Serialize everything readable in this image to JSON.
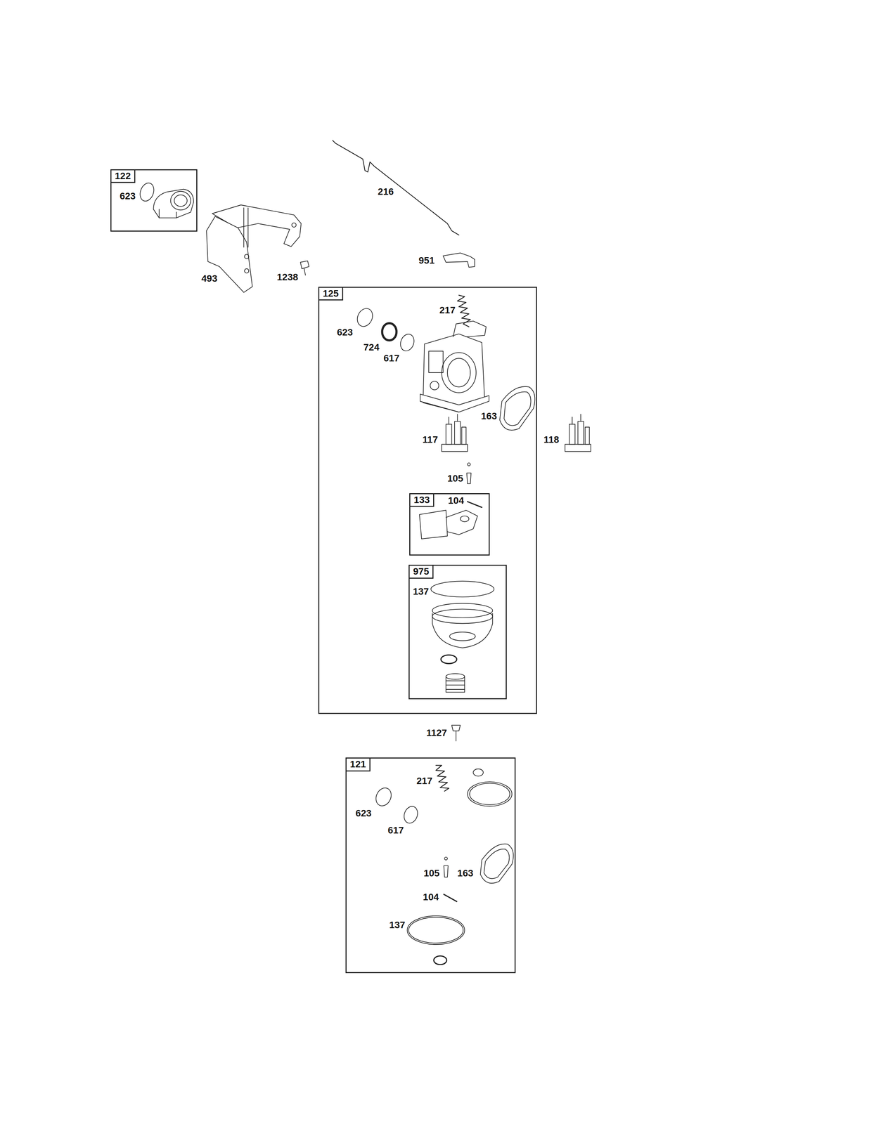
{
  "diagram": {
    "nodes": [
      {
        "text": [
          "122",
          "623"
        ]
      },
      {
        "text": [
          "125",
          "217",
          "623",
          "724",
          "617",
          "163",
          "117",
          "105"
        ]
      },
      {
        "text": [
          "133",
          "104"
        ],
        "in": 1
      },
      {
        "text": [
          "975",
          "137"
        ],
        "in": 1
      },
      {
        "text": [
          "121",
          "217",
          "623",
          "617",
          "105",
          "163",
          "104",
          "137"
        ]
      }
    ],
    "labels": [
      "216",
      "951",
      "493",
      "1238",
      "118",
      "1127"
    ]
  }
}
